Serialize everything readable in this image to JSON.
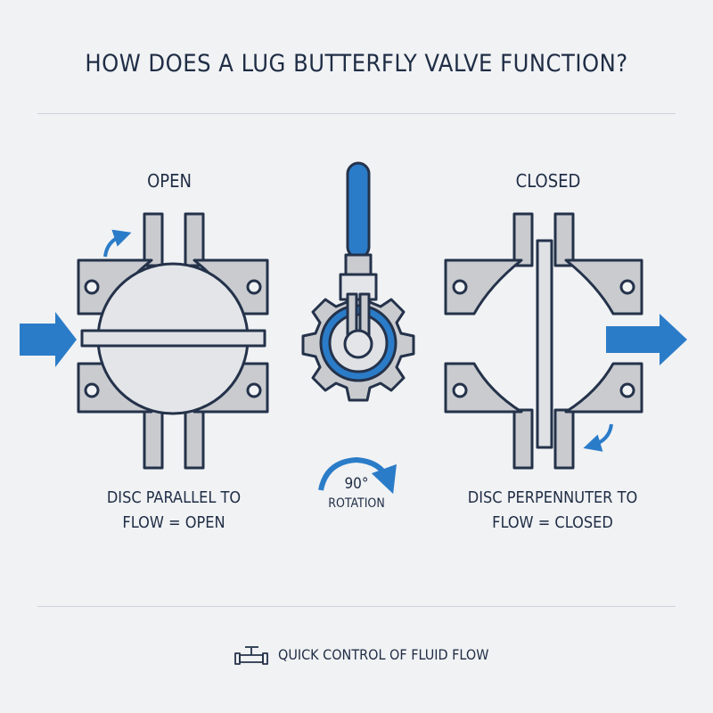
{
  "title": "HOW DOES A LUG BUTTERFLY VALVE FUNCTION?",
  "open": {
    "label": "OPEN",
    "caption_line1": "DISC PARALLEL TO",
    "caption_line2": "FLOW = OPEN"
  },
  "closed": {
    "label": "CLOSED",
    "caption_line1": "DISC PERPENNUTER TO",
    "caption_line2": "FLOW = CLOSED"
  },
  "rotation": {
    "degrees": "90°",
    "label": "ROTATION"
  },
  "footer": {
    "icon": "valve-icon",
    "text": "QUICK CONTROL OF FLUID FLOW"
  },
  "colors": {
    "accent": "#2b7cc8",
    "outline": "#24324a",
    "body": "#c9cbcf",
    "disc": "#e3e5e9"
  }
}
